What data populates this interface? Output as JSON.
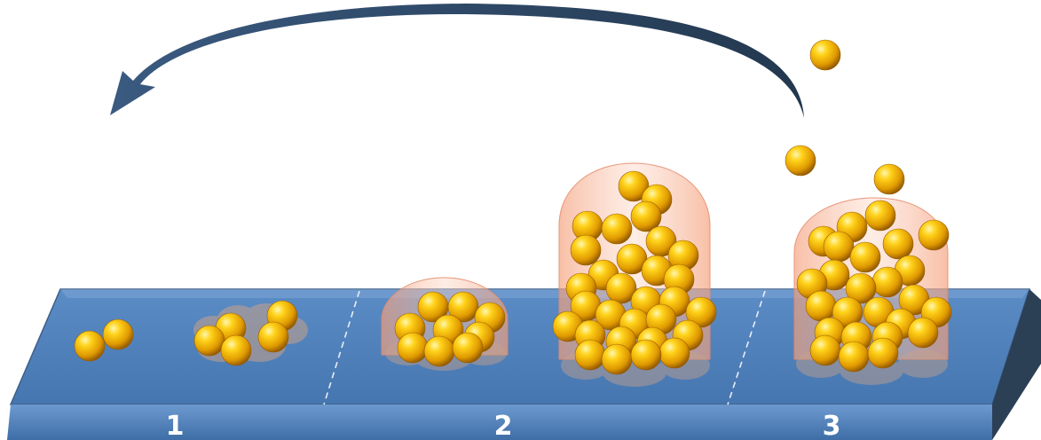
{
  "diagram": {
    "stages": [
      {
        "label": "1"
      },
      {
        "label": "2"
      },
      {
        "label": "3"
      }
    ],
    "colors": {
      "conveyor_top": "#4f81bd",
      "conveyor_front": "#5e8fc7",
      "conveyor_side": "#2b3f55",
      "particle": "#f2b100",
      "particle_highlight": "#fff6a8",
      "shell": "#f7a583",
      "return_arrow": "#34506e"
    },
    "icons": [
      "return-arrow-icon",
      "particle-icon",
      "shell-icon"
    ]
  }
}
